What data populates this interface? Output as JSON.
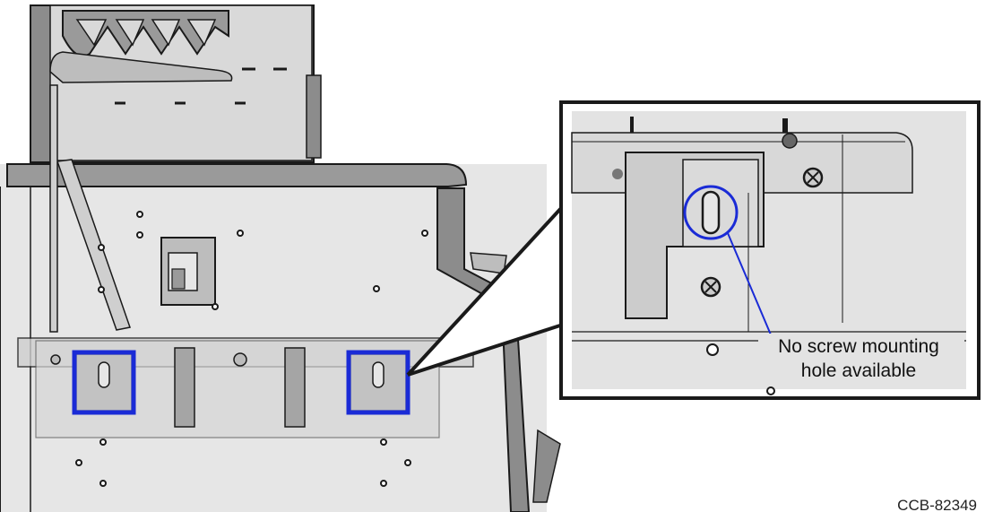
{
  "callout": {
    "line1": "No screw mounting",
    "line2": "hole available"
  },
  "reference_code": "CCB-82349",
  "colors": {
    "highlight": "#1a2bd6",
    "panel_light": "#e6e6e6",
    "panel_mid": "#c8c8c8",
    "panel_dark": "#8c8c8c",
    "outline": "#1a1a1a"
  },
  "icons": [
    "mounting-bracket-highlight",
    "zoom-magnifier",
    "screw-icon"
  ]
}
